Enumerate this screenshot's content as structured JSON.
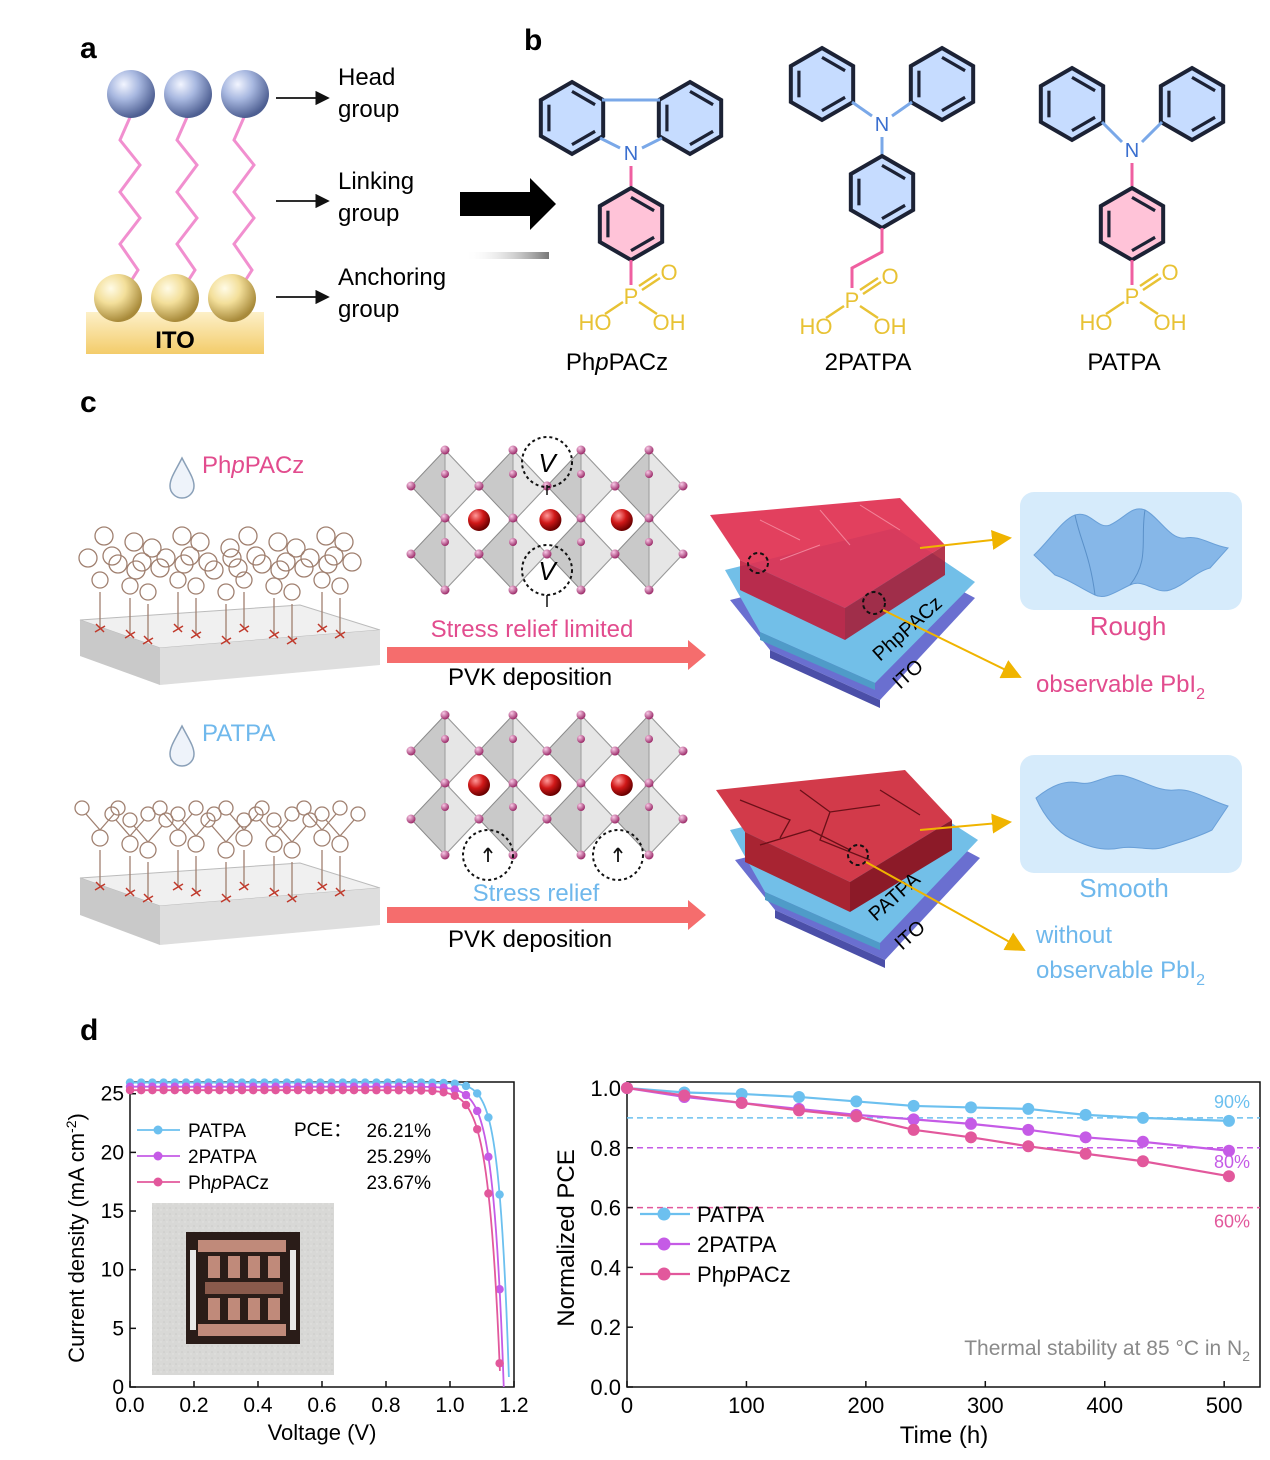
{
  "panels": {
    "a": "a",
    "b": "b",
    "c": "c",
    "d": "d"
  },
  "panel_a": {
    "head_1": "Head",
    "head_2": "group",
    "link_1": "Linking",
    "link_2": "group",
    "anchor_1": "Anchoring",
    "anchor_2": "group",
    "substrate": "ITO"
  },
  "panel_b": {
    "mol1": {
      "pre": "Ph",
      "ital": "p",
      "post": "PACz"
    },
    "mol2": "2PATPA",
    "mol3": "PATPA",
    "N": "N",
    "P": "P",
    "O": "O",
    "HO": "HO",
    "OH": "OH"
  },
  "panel_c": {
    "top_label": {
      "pre": "Ph",
      "ital": "p",
      "post": "PACz"
    },
    "bottom_label": "PATPA",
    "stress_limited": "Stress relief limited",
    "stress_relief": "Stress relief",
    "pvk_dep": "PVK deposition",
    "layer_top": "PhpPACz",
    "layer_bottom": "PATPA",
    "ito": "ITO",
    "vac": "V",
    "rough": "Rough",
    "smooth": "Smooth",
    "pbi_top": "observable PbI",
    "pbi_bottom_1": "without",
    "pbi_bottom_2": "observable PbI",
    "sub2": "2"
  },
  "colors": {
    "patpa": "#6cc0ef",
    "2patpa": "#c55be6",
    "phppacz": "#e2589c",
    "arrow": "#f56d6d",
    "pink_text": "#e24c8e",
    "blue_text": "#6fb8ec",
    "gold": "#e8c234"
  },
  "chart_data": [
    {
      "type": "line",
      "xlabel": "Voltage (V)",
      "ylabel": "Current density (mA cm-2)",
      "xlim": [
        0,
        1.2
      ],
      "ylim": [
        0,
        26
      ],
      "xticks": [
        "0.0",
        "0.2",
        "0.4",
        "0.6",
        "0.8",
        "1.0",
        "1.2"
      ],
      "yticks": [
        "0",
        "5",
        "10",
        "15",
        "20",
        "25"
      ],
      "pce_label": "PCE：",
      "series": [
        {
          "name": "PATPA",
          "pce": "26.21%",
          "jsc": 25.95,
          "voc": 1.185,
          "n": 0.03
        },
        {
          "name": "2PATPA",
          "pce": "25.29%",
          "jsc": 25.6,
          "voc": 1.168,
          "n": 0.033
        },
        {
          "name": "PhpPACz",
          "pce": "23.67%",
          "jsc": 25.3,
          "voc": 1.158,
          "n": 0.036
        }
      ],
      "inset": "device photo"
    },
    {
      "type": "line",
      "xlabel": "Time (h)",
      "ylabel": "Normalized PCE",
      "xlim": [
        0,
        530
      ],
      "ylim": [
        0,
        1.02
      ],
      "xticks": [
        "0",
        "100",
        "200",
        "300",
        "400",
        "500"
      ],
      "yticks": [
        "0.0",
        "0.2",
        "0.4",
        "0.6",
        "0.8",
        "1.0"
      ],
      "annotation": "Thermal stability at 85 °C in N2",
      "x": [
        0,
        48,
        96,
        144,
        192,
        240,
        288,
        336,
        384,
        432,
        504
      ],
      "series": [
        {
          "name": "PATPA",
          "values": [
            1.0,
            0.985,
            0.98,
            0.97,
            0.955,
            0.94,
            0.935,
            0.93,
            0.91,
            0.9,
            0.89
          ]
        },
        {
          "name": "2PATPA",
          "values": [
            1.0,
            0.97,
            0.95,
            0.93,
            0.91,
            0.895,
            0.88,
            0.86,
            0.835,
            0.82,
            0.79
          ]
        },
        {
          "name": "PhpPACz",
          "values": [
            1.0,
            0.975,
            0.95,
            0.925,
            0.905,
            0.86,
            0.835,
            0.805,
            0.78,
            0.755,
            0.705
          ]
        }
      ],
      "reference_lines": [
        {
          "value": 0.9,
          "label": "90%",
          "color": "#6cc0ef"
        },
        {
          "value": 0.8,
          "label": "80%",
          "color": "#c55be6"
        },
        {
          "value": 0.6,
          "label": "60%",
          "color": "#e2589c"
        }
      ]
    }
  ]
}
